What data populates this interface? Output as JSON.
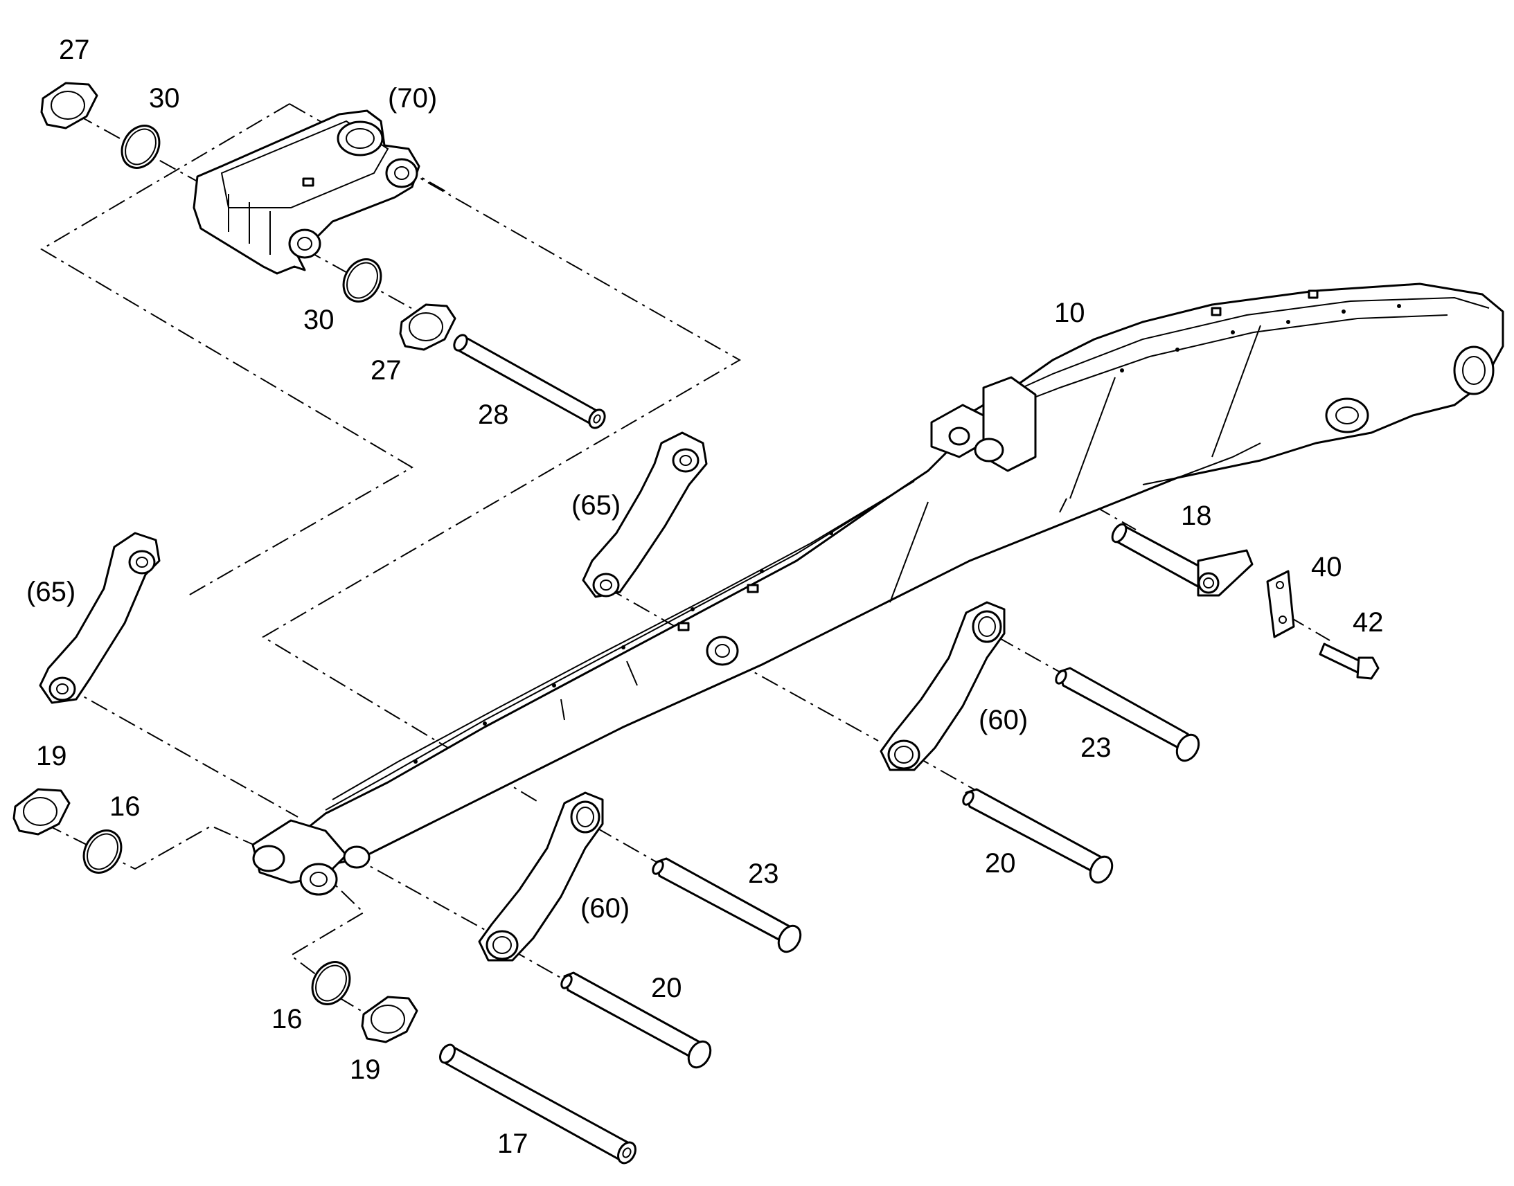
{
  "labels": {
    "l27a": "27",
    "l30a": "30",
    "l70": "(70)",
    "l30b": "30",
    "l27b": "27",
    "l28": "28",
    "l10": "10",
    "l65a": "(65)",
    "l65b": "(65)",
    "l18": "18",
    "l40": "40",
    "l42": "42",
    "l60a": "(60)",
    "l23a": "23",
    "l19a": "19",
    "l16a": "16",
    "l20a": "20",
    "l23b": "23",
    "l60b": "(60)",
    "l20b": "20",
    "l16b": "16",
    "l19b": "19",
    "l17": "17"
  }
}
